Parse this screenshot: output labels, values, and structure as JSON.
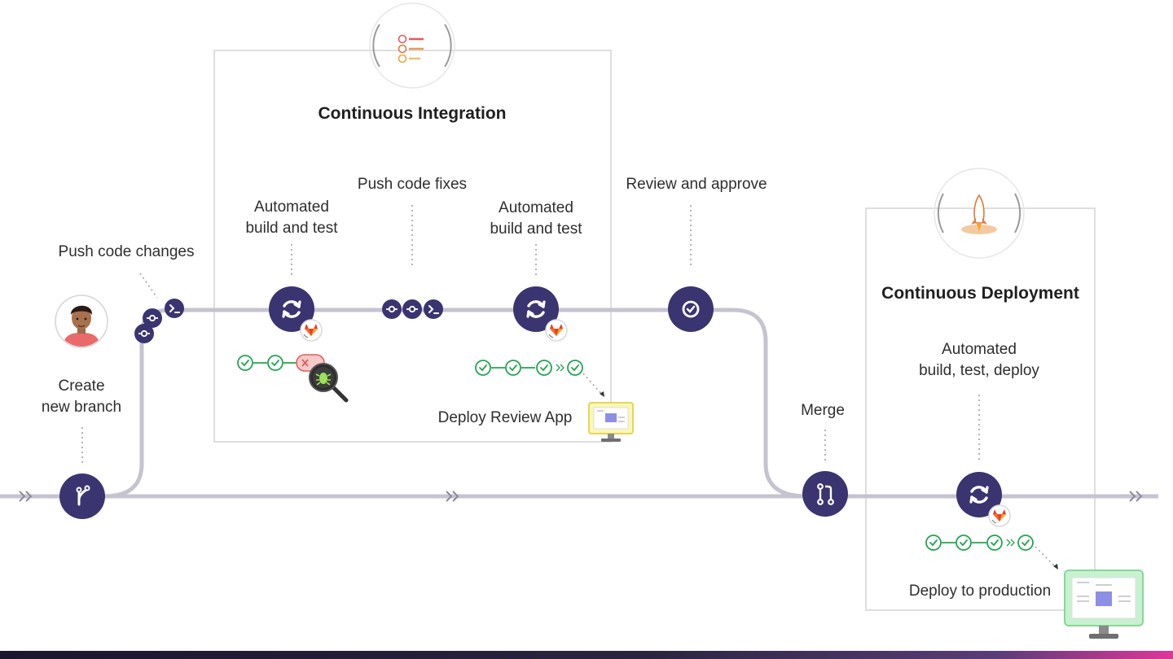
{
  "sections": {
    "ci_title": "Continuous Integration",
    "cd_title": "Continuous Deployment"
  },
  "steps": {
    "create_branch": [
      "Create",
      "new branch"
    ],
    "push_changes": "Push code changes",
    "auto_build_1": [
      "Automated",
      "build and test"
    ],
    "push_fixes": "Push code fixes",
    "auto_build_2": [
      "Automated",
      "build and test"
    ],
    "review": "Review and approve",
    "deploy_review": "Deploy Review App",
    "merge": "Merge",
    "auto_deploy": [
      "Automated",
      "build, test, deploy"
    ],
    "deploy_prod": "Deploy to production"
  },
  "icons": {
    "branch": "git-branch-icon",
    "commit": "commit-icon",
    "terminal": "terminal-icon",
    "pipeline": "pipeline-sync-icon",
    "approve": "approve-check-icon",
    "merge": "merge-request-icon",
    "gitlab": "gitlab-fox-icon",
    "monitor": "monitor-icon",
    "rocket": "rocket-icon",
    "checklist": "checklist-icon",
    "bug": "bug-magnifier-icon"
  },
  "colors": {
    "node": "#3a3470",
    "track": "#c5c3cf",
    "success": "#23a451",
    "failed": "#e05c5c",
    "box_border": "#d4d4d4"
  }
}
